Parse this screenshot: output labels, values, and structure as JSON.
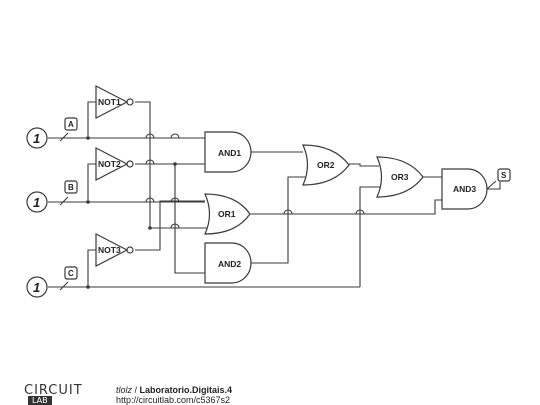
{
  "diagram": {
    "inputs": [
      {
        "source": "1",
        "label": "A"
      },
      {
        "source": "1",
        "label": "B"
      },
      {
        "source": "1",
        "label": "C"
      }
    ],
    "gates": {
      "not1": "NOT1",
      "not2": "NOT2",
      "not3": "NOT3",
      "and1": "AND1",
      "and2": "AND2",
      "and3": "AND3",
      "or1": "OR1",
      "or2": "OR2",
      "or3": "OR3"
    },
    "output": {
      "label": "S"
    }
  },
  "footer": {
    "logo_top": "CIRCUIT",
    "logo_bottom": "LAB",
    "author": "tlolz",
    "separator": " / ",
    "title": "Laboratorio.Digitais.4",
    "url": "http://circuitlab.com/c5367s2"
  }
}
